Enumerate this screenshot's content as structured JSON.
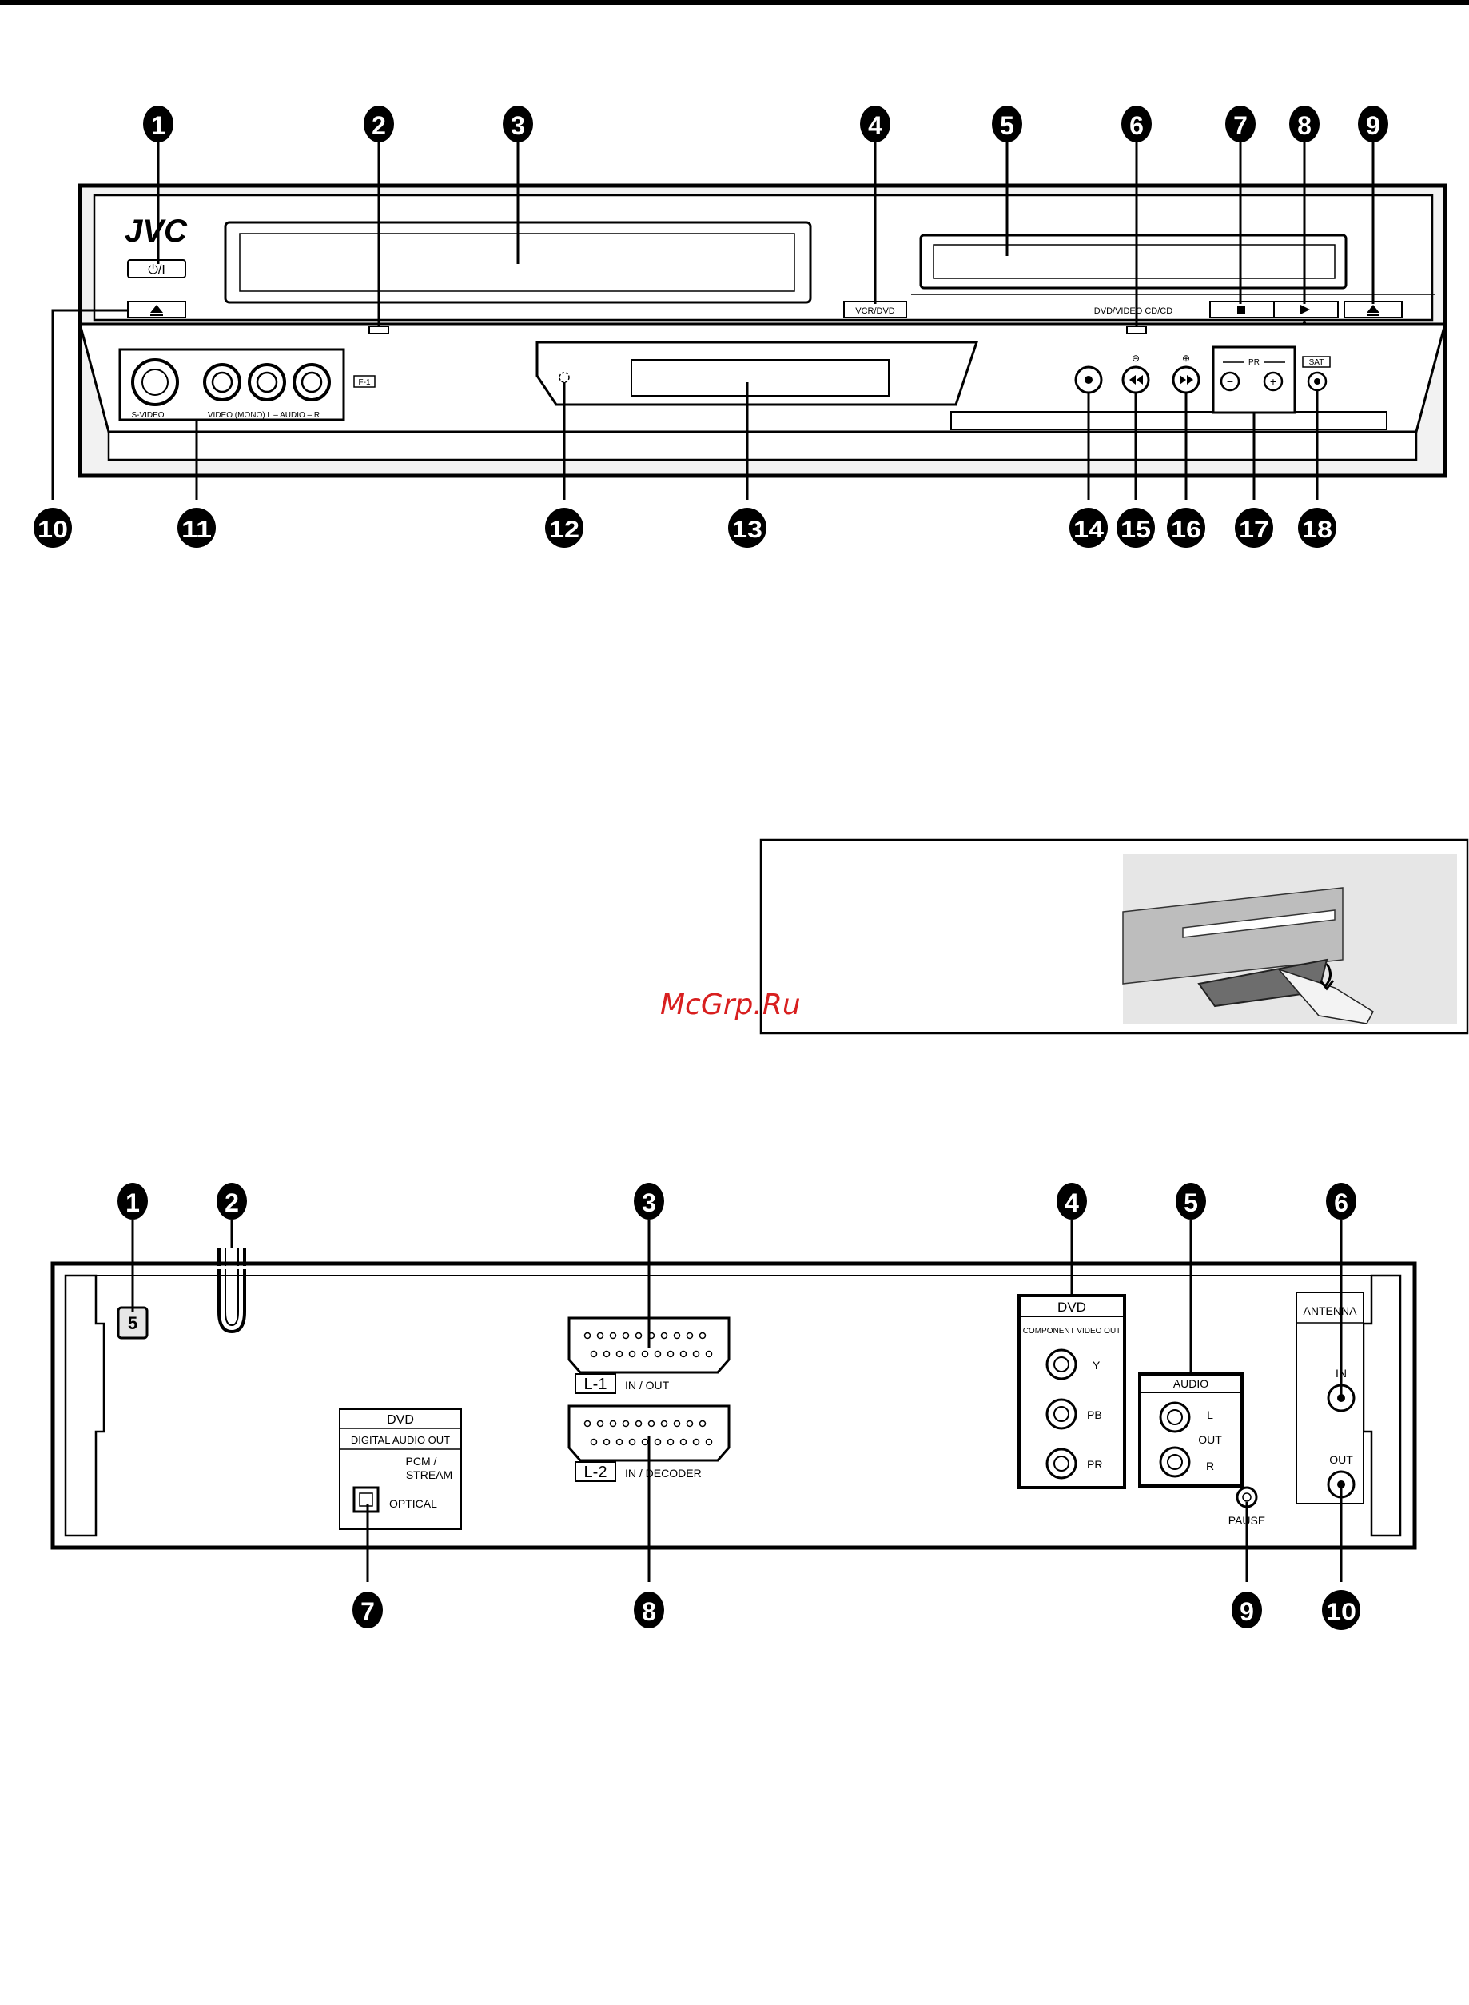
{
  "watermark": "McGrp.Ru",
  "front_panel": {
    "brand": "JVC",
    "power_symbol": "⏻/I",
    "button_vcr_dvd": "VCR/DVD",
    "label_dvd_video_cd": "DVD/VIDEO CD/CD",
    "label_svideo": "S-VIDEO",
    "label_video_audio": "VIDEO (MONO)  L – AUDIO – R",
    "label_f1": "F-1",
    "label_pr": "PR",
    "label_sat": "SAT",
    "callouts_top": [
      "1",
      "2",
      "3",
      "4",
      "5",
      "6",
      "7",
      "8",
      "9"
    ],
    "callouts_bottom": [
      "10",
      "11",
      "12",
      "13",
      "14",
      "15",
      "16",
      "17",
      "18"
    ]
  },
  "rear_panel": {
    "callouts_top": [
      "1",
      "2",
      "3",
      "4",
      "5",
      "6"
    ],
    "callouts_bottom": [
      "7",
      "8",
      "9",
      "10"
    ],
    "digital_audio_box": {
      "title": "DVD",
      "subtitle": "DIGITAL AUDIO OUT",
      "pcm": "PCM /",
      "stream": "STREAM",
      "optical": "OPTICAL"
    },
    "component_box": {
      "title": "DVD",
      "subtitle": "COMPONENT VIDEO OUT",
      "y": "Y",
      "pb": "PB",
      "pr": "PR"
    },
    "audio_box": {
      "title": "AUDIO",
      "l": "L",
      "out": "OUT",
      "r": "R"
    },
    "l1": "L-1",
    "l1_text": "IN / OUT",
    "l2": "L-2",
    "l2_text": "IN / DECODER",
    "antenna": "ANTENNA",
    "ant_in": "IN",
    "ant_out": "OUT",
    "pause": "PAUSE",
    "badge": "5"
  }
}
